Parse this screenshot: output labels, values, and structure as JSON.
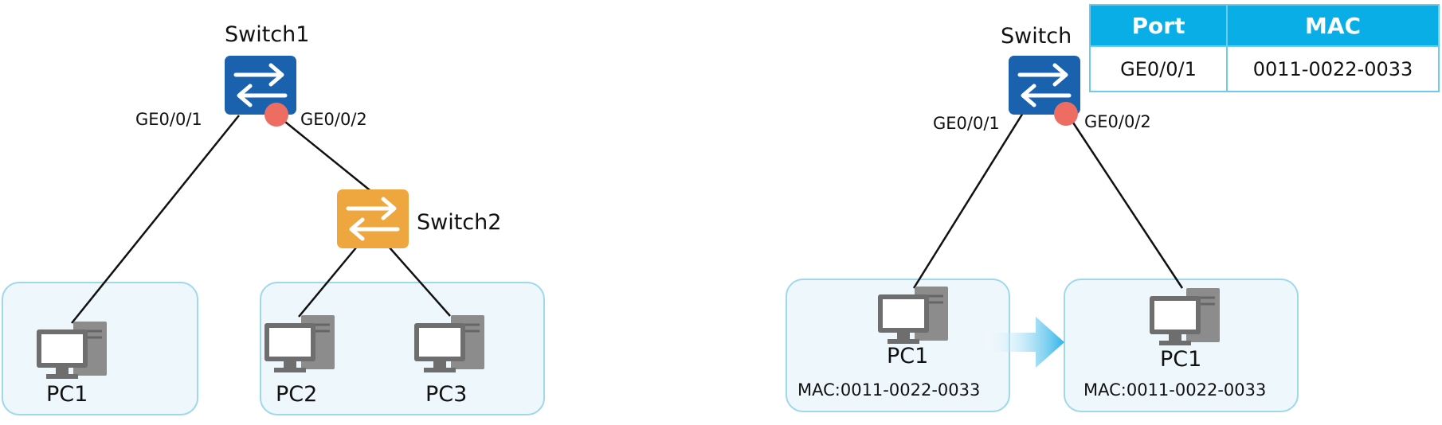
{
  "left_topology": {
    "switch1": {
      "name": "Switch1",
      "port_left": "GE0/0/1",
      "port_right": "GE0/0/2"
    },
    "switch2": {
      "name": "Switch2"
    },
    "pcs": [
      "PC1",
      "PC2",
      "PC3"
    ]
  },
  "right_topology": {
    "switch": {
      "name": "Switch",
      "port_left": "GE0/0/1",
      "port_right": "GE0/0/2"
    },
    "pc_before": {
      "name": "PC1",
      "mac": "MAC:0011-0022-0033"
    },
    "pc_after": {
      "name": "PC1",
      "mac": "MAC:0011-0022-0033"
    }
  },
  "mac_table": {
    "headers": [
      "Port",
      "MAC"
    ],
    "rows": [
      [
        "GE0/0/1",
        "0011-0022-0033"
      ]
    ]
  },
  "colors": {
    "switch_core": "#1a62ae",
    "switch_access": "#eea73f",
    "port_marker": "#ee6d62",
    "group_fill": "#eef7fb",
    "group_border": "#9fd8ea",
    "table_header": "#0aaee6",
    "move_arrow": "#2fb4e8"
  },
  "icons": [
    "switch-icon",
    "pc-icon",
    "move-arrow-icon"
  ]
}
